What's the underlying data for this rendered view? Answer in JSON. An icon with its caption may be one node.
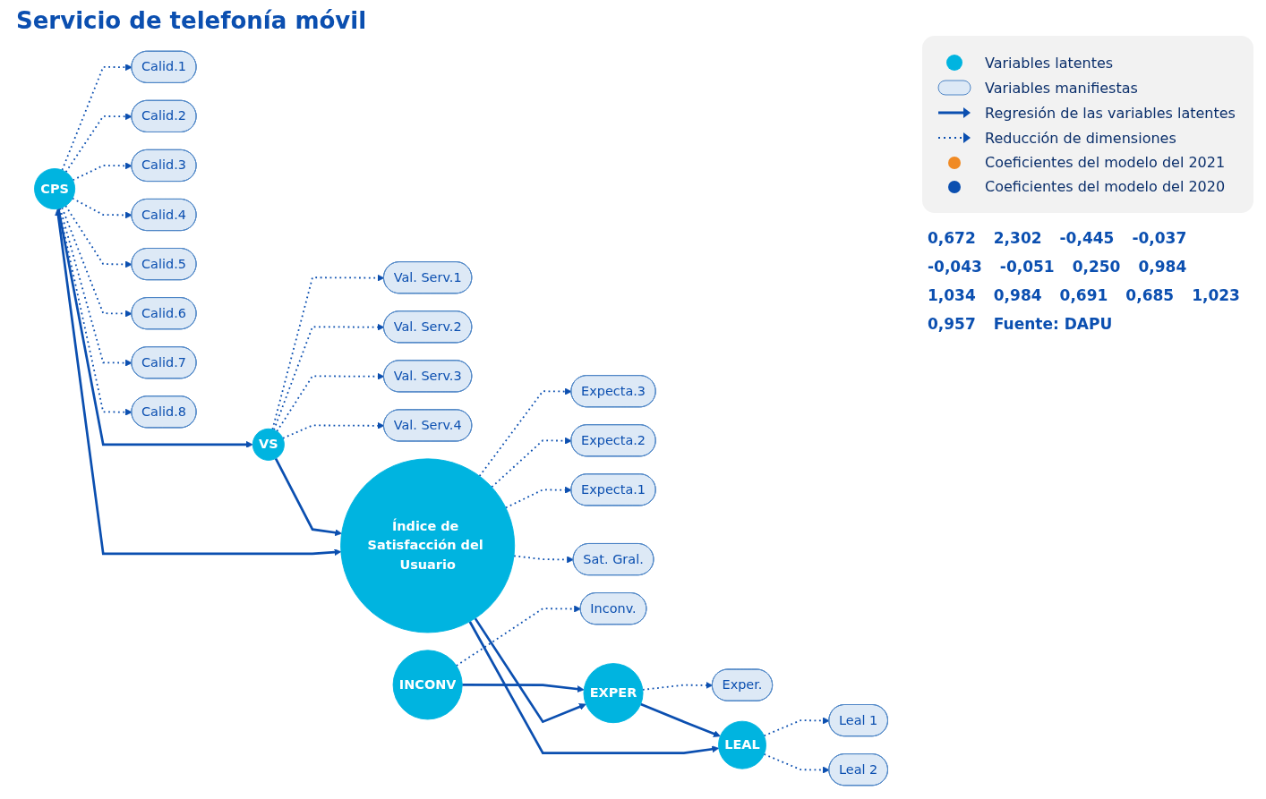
{
  "diagram": {
    "title": "Servicio de telefonía móvil",
    "nodes": [
      {
        "text": [
          "CPS"
        ]
      },
      {
        "text": [
          "Calid.1"
        ]
      },
      {
        "text": [
          "Calid.2"
        ]
      },
      {
        "text": [
          "Calid.3"
        ]
      },
      {
        "text": [
          "Calid.4"
        ]
      },
      {
        "text": [
          "Calid.5"
        ]
      },
      {
        "text": [
          "Calid.6"
        ]
      },
      {
        "text": [
          "Calid.7"
        ]
      },
      {
        "text": [
          "Calid.8"
        ]
      },
      {
        "text": [
          "VS"
        ]
      },
      {
        "text": [
          "Val. Serv.1"
        ]
      },
      {
        "text": [
          "Val. Serv.2"
        ]
      },
      {
        "text": [
          "Val. Serv.3"
        ]
      },
      {
        "text": [
          "Val. Serv.4"
        ]
      },
      {
        "text": [
          "Índice de Satisfacción del Usuario"
        ]
      },
      {
        "text": [
          "Expecta.3"
        ]
      },
      {
        "text": [
          "Expecta.2"
        ]
      },
      {
        "text": [
          "Expecta.1"
        ]
      },
      {
        "text": [
          "Sat. Gral."
        ]
      },
      {
        "text": [
          "INCONV"
        ]
      },
      {
        "text": [
          "Inconv."
        ]
      },
      {
        "text": [
          "EXPER"
        ]
      },
      {
        "text": [
          "Exper."
        ]
      },
      {
        "text": [
          "LEAL"
        ]
      },
      {
        "text": [
          "Leal 1"
        ]
      },
      {
        "text": [
          "Leal 2"
        ]
      }
    ],
    "edges": [
      {
        "from": 0,
        "to": 1,
        "arrow": "to",
        "style": "dashed"
      },
      {
        "from": 0,
        "to": 2,
        "arrow": "to",
        "style": "dashed"
      },
      {
        "from": 0,
        "to": 3,
        "arrow": "to",
        "style": "dashed"
      },
      {
        "from": 0,
        "to": 4,
        "arrow": "to",
        "style": "dashed"
      },
      {
        "from": 0,
        "to": 5,
        "arrow": "to",
        "style": "dashed"
      },
      {
        "from": 0,
        "to": 6,
        "arrow": "to",
        "style": "dashed"
      },
      {
        "from": 0,
        "to": 7,
        "arrow": "to",
        "style": "dashed"
      },
      {
        "from": 0,
        "to": 8,
        "arrow": "to",
        "style": "dashed"
      },
      {
        "from": 0,
        "to": 14,
        "arrow": "both"
      },
      {
        "from": 0,
        "to": 9,
        "arrow": "to"
      },
      {
        "from": 9,
        "to": 10,
        "arrow": "to",
        "style": "dashed"
      },
      {
        "from": 9,
        "to": 11,
        "arrow": "to",
        "style": "dashed"
      },
      {
        "from": 9,
        "to": 12,
        "arrow": "to",
        "style": "dashed"
      },
      {
        "from": 9,
        "to": 13,
        "arrow": "to",
        "style": "dashed"
      },
      {
        "from": 9,
        "to": 14,
        "arrow": "to"
      },
      {
        "from": 14,
        "to": 15,
        "arrow": "to",
        "style": "dashed"
      },
      {
        "from": 14,
        "to": 16,
        "arrow": "to",
        "style": "dashed"
      },
      {
        "from": 14,
        "to": 17,
        "arrow": "to",
        "style": "dashed"
      },
      {
        "from": 14,
        "to": 18,
        "arrow": "to",
        "style": "dashed"
      },
      {
        "from": 14,
        "to": 21,
        "arrow": "to"
      },
      {
        "from": 14,
        "to": 23,
        "arrow": "to"
      },
      {
        "from": 19,
        "to": 20,
        "arrow": "to",
        "style": "dashed"
      },
      {
        "from": 19,
        "to": 21,
        "arrow": "to"
      },
      {
        "from": 21,
        "to": 22,
        "arrow": "to",
        "style": "dashed"
      },
      {
        "from": 21,
        "to": 23,
        "arrow": "to"
      },
      {
        "from": 23,
        "to": 24,
        "arrow": "to",
        "style": "dashed"
      },
      {
        "from": 23,
        "to": 25,
        "arrow": "to",
        "style": "dashed"
      }
    ],
    "labels": [
      "0,672",
      "2,302",
      "-0,445",
      "-0,037",
      "-0,043",
      "-0,051",
      "0,250",
      "0,984",
      "1,034",
      "0,984",
      "0,691",
      "0,685",
      "1,023",
      "0,957",
      "Fuente: DAPU"
    ],
    "legend": [
      {
        "text": "Variables latentes"
      },
      {
        "text": "Variables manifiestas"
      },
      {
        "text": "Regresión de las variables latentes"
      },
      {
        "text": "Reducción de dimensiones"
      },
      {
        "text": "Coeficientes del modelo del 2021",
        "color": "#f08a24"
      },
      {
        "text": "Coeficientes del modelo del 2020",
        "color": "#0b4fb0"
      }
    ]
  }
}
